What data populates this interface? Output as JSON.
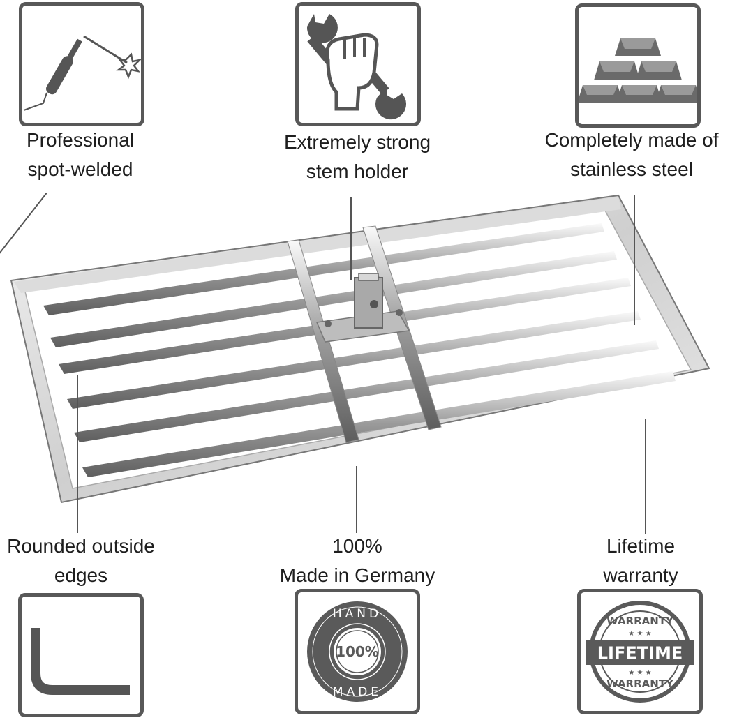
{
  "features": {
    "welded": {
      "line1": "Professional",
      "line2": "spot-welded"
    },
    "holder": {
      "line1": "Extremely strong",
      "line2": "stem holder"
    },
    "steel": {
      "line1": "Completely made of",
      "line2": "stainless steel"
    },
    "edges": {
      "line1": "Rounded outside",
      "line2": "edges"
    },
    "germany": {
      "line1": "100%",
      "line2": "Made in Germany"
    },
    "warranty": {
      "line1": "Lifetime",
      "line2": "warranty"
    }
  },
  "badges": {
    "handmade": {
      "top": "HAND",
      "center": "100%",
      "bottom": "MADE"
    },
    "lifetime": {
      "top": "WARRANTY",
      "center": "LIFETIME",
      "bottom": "WARRANTY"
    }
  },
  "colors": {
    "icon_border": "#585858",
    "icon_fill": "#5a5a5a",
    "steel_light": "#e6e6e6",
    "steel_dark": "#8a8a8a"
  },
  "icons": [
    "welding-torch-icon",
    "wrench-fist-icon",
    "steel-bars-icon",
    "rounded-edge-icon",
    "handmade-badge-icon",
    "lifetime-warranty-icon"
  ]
}
